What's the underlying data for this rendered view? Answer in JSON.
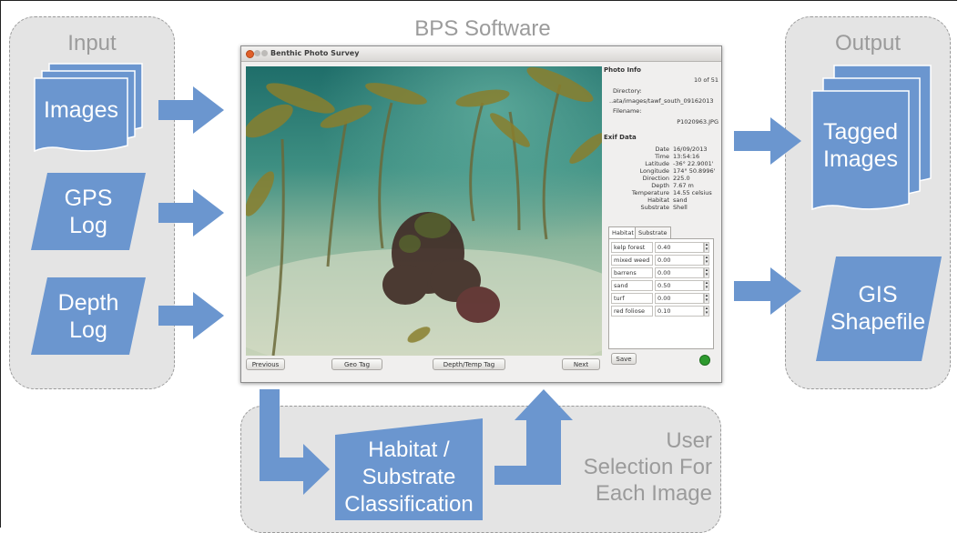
{
  "diagram": {
    "title": "BPS Software",
    "input_panel": {
      "title": "Input",
      "items": [
        "Images",
        "GPS\nLog",
        "Depth\nLog"
      ]
    },
    "output_panel": {
      "title": "Output",
      "items": [
        "Tagged\nImages",
        "GIS\nShapefile"
      ]
    },
    "classification_label": "Habitat /\nSubstrate\nClassification",
    "user_selection_label": "User\nSelection For\nEach Image",
    "accent_color": "#6b96cf",
    "panel_color": "#e4e4e4"
  },
  "window": {
    "title": "Benthic Photo Survey",
    "buttons": {
      "previous": "Previous",
      "geo_tag": "Geo Tag",
      "depth_temp_tag": "Depth/Temp Tag",
      "next": "Next",
      "save": "Save"
    },
    "photo_info": {
      "heading": "Photo Info",
      "counter": "10 of 51",
      "directory_label": "Directory:",
      "directory_value": "..ata/images/tawf_south_09162013",
      "filename_label": "Filename:",
      "filename_value": "P1020963.JPG"
    },
    "exif": {
      "heading": "Exif Data",
      "rows": [
        {
          "k": "Date",
          "v": "16/09/2013"
        },
        {
          "k": "Time",
          "v": "13:54:16"
        },
        {
          "k": "Latitude",
          "v": "-36° 22.9001'"
        },
        {
          "k": "Longitude",
          "v": "174° 50.8996'"
        },
        {
          "k": "Direction",
          "v": "225.0"
        },
        {
          "k": "Depth",
          "v": "7.67 m"
        },
        {
          "k": "Temperature",
          "v": "14.55 celsius"
        },
        {
          "k": "Habitat",
          "v": "sand"
        },
        {
          "k": "Substrate",
          "v": "Shell"
        }
      ]
    },
    "tabs": [
      "Habitat",
      "Substrate"
    ],
    "habitat_table": [
      {
        "name": "kelp forest",
        "value": "0.40"
      },
      {
        "name": "mixed weed",
        "value": "0.00"
      },
      {
        "name": "barrens",
        "value": "0.00"
      },
      {
        "name": "sand",
        "value": "0.50"
      },
      {
        "name": "turf",
        "value": "0.00"
      },
      {
        "name": "red foliose",
        "value": "0.10"
      }
    ],
    "status_color": "#2e9a2e"
  }
}
